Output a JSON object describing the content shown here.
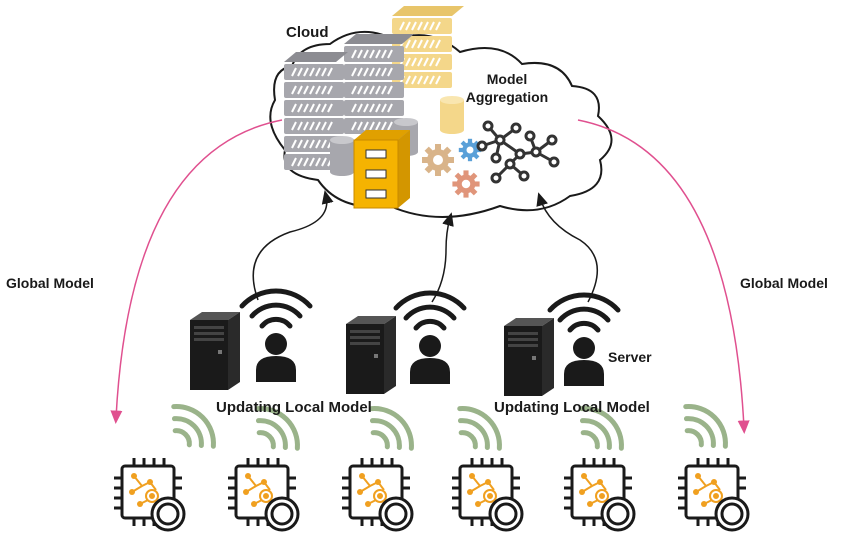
{
  "labels": {
    "cloud": "Cloud",
    "model_aggregation_line1": "Model",
    "model_aggregation_line2": "Aggregation",
    "global_model_left": "Global Model",
    "global_model_right": "Global Model",
    "server": "Server",
    "updating_local_model_1": "Updating Local Model",
    "updating_local_model_2": "Updating Local Model"
  },
  "colors": {
    "arrow_global": "#e0508f",
    "arrow_upload": "#1a1a1a",
    "server_rack_gray": "#a7a7ad",
    "server_rack_yellow": "#f4d78a",
    "cabinet_yellow": "#f5b301",
    "wifi_green": "#9ab38a",
    "chip_orange": "#f0a020",
    "gear_tan": "#d9b48a",
    "gear_blue": "#5aa0d8",
    "gear_salmon": "#e0957a",
    "node_network": "#333333"
  },
  "icons": {
    "server_tower": "server-tower-icon",
    "user_wifi": "user-wifi-icon",
    "wifi": "wifi-icon",
    "chip": "iot-chip-icon",
    "gear": "gear-icon",
    "network": "node-network-icon",
    "database": "database-icon"
  }
}
